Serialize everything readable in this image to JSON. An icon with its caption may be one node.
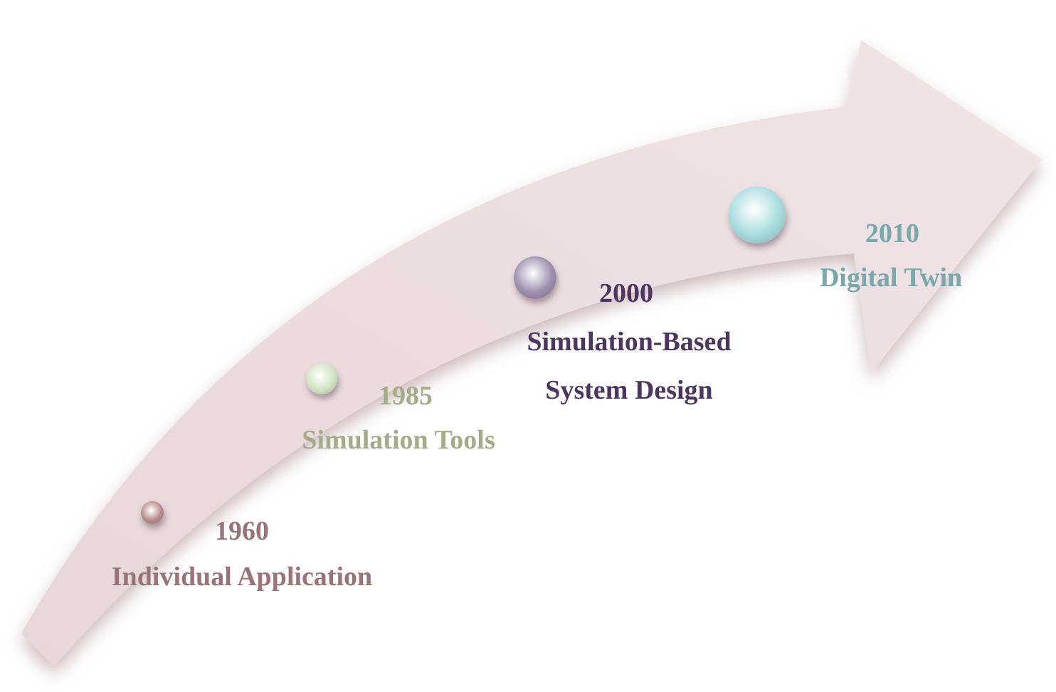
{
  "diagram": {
    "nodes": [
      {
        "text": [],
        "shape": "circle",
        "beside": [
          "1960",
          "Individual Application"
        ]
      },
      {
        "text": [],
        "shape": "circle",
        "beside": [
          "1985",
          "Simulation Tools"
        ]
      },
      {
        "text": [],
        "shape": "circle",
        "beside": [
          "2000",
          "Simulation-Based System Design"
        ]
      },
      {
        "text": [],
        "shape": "circle",
        "beside": [
          "2010",
          "Digital Twin"
        ]
      }
    ]
  }
}
